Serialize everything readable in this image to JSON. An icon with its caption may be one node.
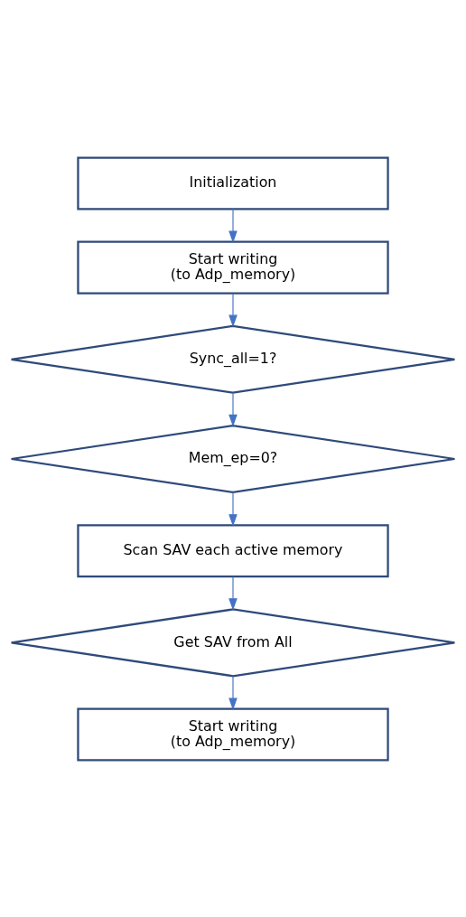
{
  "diagram": {
    "nodes": [
      {
        "text": [
          "Initialization"
        ]
      },
      {
        "text": [
          "Start writing (to Adp_memory)"
        ]
      },
      {
        "text": [
          "Sync_all=1?"
        ]
      },
      {
        "text": [
          "Mem_ep=0?"
        ]
      },
      {
        "text": [
          "Scan SAV each active memory"
        ]
      },
      {
        "text": [
          "Get SAV from All"
        ]
      },
      {
        "text": [
          "Start writing (to Adp_memory)"
        ]
      }
    ],
    "edges": [
      {
        "from": 0,
        "to": 1,
        "arrow": "to"
      },
      {
        "from": 1,
        "to": 2,
        "arrow": "to"
      },
      {
        "from": 2,
        "to": 3,
        "arrow": "to"
      },
      {
        "from": 3,
        "to": 4,
        "arrow": "to"
      },
      {
        "from": 4,
        "to": 5,
        "arrow": "to"
      },
      {
        "from": 5,
        "to": 6,
        "arrow": "to"
      }
    ]
  }
}
